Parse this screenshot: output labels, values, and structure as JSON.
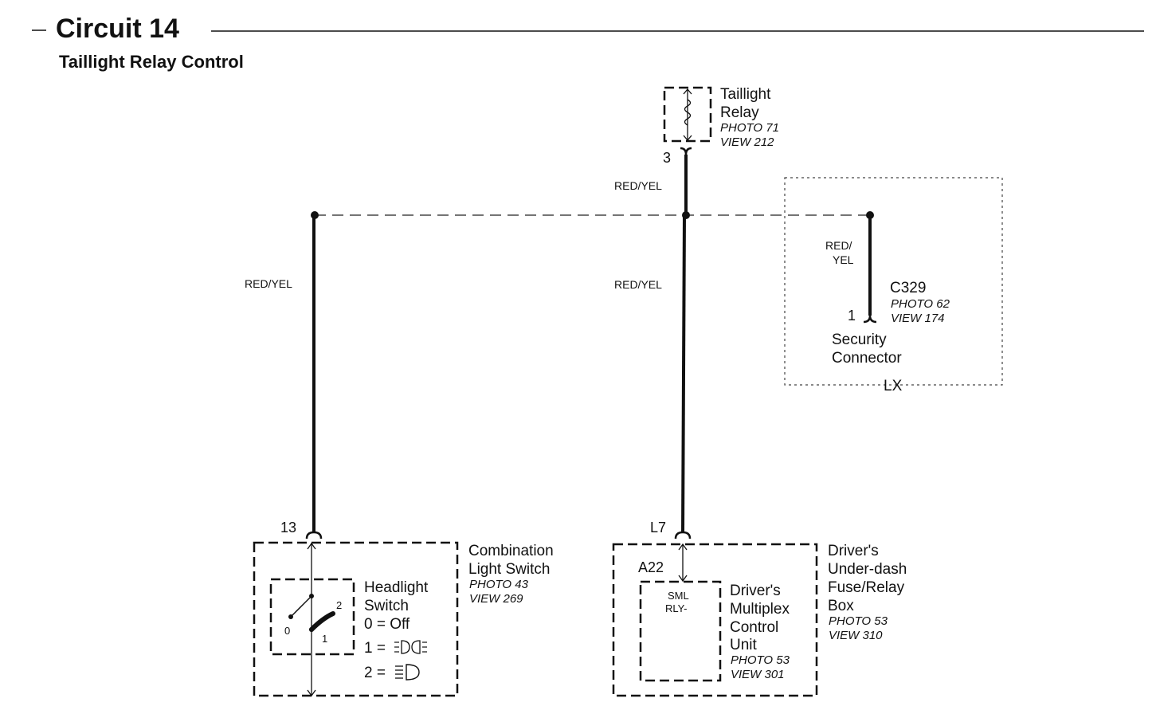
{
  "header": {
    "circuit_title": "Circuit 14",
    "subtitle": "Taillight Relay Control"
  },
  "relay": {
    "name_line1": "Taillight",
    "name_line2": "Relay",
    "photo": "PHOTO 71",
    "view": "VIEW 212",
    "pin": "3",
    "wire_color": "RED/YEL"
  },
  "wires": {
    "left_color": "RED/YEL",
    "center_color": "RED/YEL",
    "right_color_line1": "RED/",
    "right_color_line2": "YEL"
  },
  "security_connector": {
    "connector_id": "C329",
    "photo": "PHOTO 62",
    "view": "VIEW 174",
    "pin": "1",
    "name_line1": "Security",
    "name_line2": "Connector",
    "variant": "LX"
  },
  "combination_switch": {
    "pin": "13",
    "name_line1": "Combination",
    "name_line2": "Light Switch",
    "photo": "PHOTO 43",
    "view": "VIEW 269",
    "headlight_line1": "Headlight",
    "headlight_line2": "Switch",
    "pos0": "0 = Off",
    "pos1": "1 =",
    "pos2": "2 =",
    "contact0": "0",
    "contact1": "1",
    "contact2": "2"
  },
  "fuse_box": {
    "pin": "L7",
    "name_line1": "Driver's",
    "name_line2": "Under-dash",
    "name_line3": "Fuse/Relay",
    "name_line4": "Box",
    "photo": "PHOTO 53",
    "view": "VIEW 310"
  },
  "mpcu": {
    "pin": "A22",
    "terminal_line1": "SML",
    "terminal_line2": "RLY-",
    "name_line1": "Driver's",
    "name_line2": "Multiplex",
    "name_line3": "Control",
    "name_line4": "Unit",
    "photo": "PHOTO 53",
    "view": "VIEW 301"
  }
}
